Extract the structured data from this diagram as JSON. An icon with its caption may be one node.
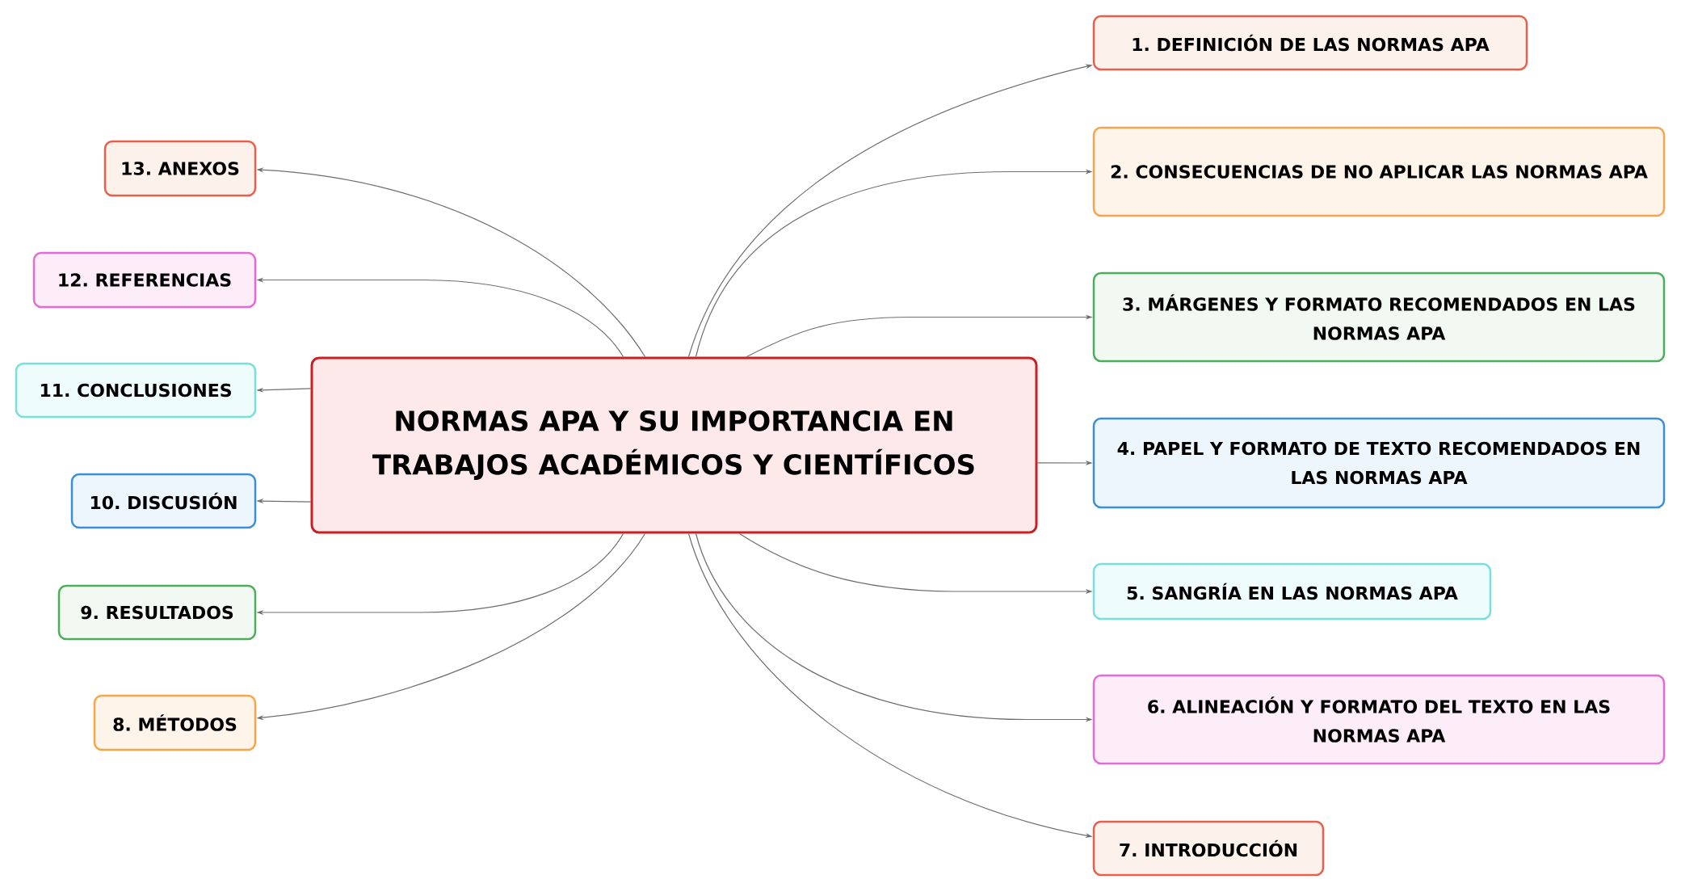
{
  "diagram": {
    "nodes": [
      {
        "text": [
          "NORMAS APA Y SU IMPORTANCIA EN TRABAJOS ACADÉMICOS Y CIENTÍFICOS"
        ]
      },
      {
        "text": [
          "1. DEFINICIÓN DE LAS NORMAS APA"
        ]
      },
      {
        "text": [
          "2. CONSECUENCIAS DE NO APLICAR LAS NORMAS APA"
        ]
      },
      {
        "text": [
          "3. MÁRGENES Y FORMATO RECOMENDADOS EN LAS NORMAS APA"
        ]
      },
      {
        "text": [
          "4. PAPEL Y FORMATO DE TEXTO RECOMENDADOS EN LAS NORMAS APA"
        ]
      },
      {
        "text": [
          "5. SANGRÍA EN LAS NORMAS APA"
        ]
      },
      {
        "text": [
          "6. ALINEACIÓN Y FORMATO DEL TEXTO EN LAS NORMAS APA"
        ]
      },
      {
        "text": [
          "7. INTRODUCCIÓN"
        ]
      },
      {
        "text": [
          "8. MÉTODOS"
        ]
      },
      {
        "text": [
          "9. RESULTADOS"
        ]
      },
      {
        "text": [
          "10. DISCUSIÓN"
        ]
      },
      {
        "text": [
          "11. CONCLUSIONES"
        ]
      },
      {
        "text": [
          "12. REFERENCIAS"
        ]
      },
      {
        "text": [
          "13. ANEXOS"
        ]
      }
    ],
    "edges": [
      {
        "from": 0,
        "to": 1,
        "arrow": "to"
      },
      {
        "from": 0,
        "to": 2,
        "arrow": "to"
      },
      {
        "from": 0,
        "to": 3,
        "arrow": "to"
      },
      {
        "from": 0,
        "to": 4,
        "arrow": "to"
      },
      {
        "from": 0,
        "to": 5,
        "arrow": "to"
      },
      {
        "from": 0,
        "to": 6,
        "arrow": "to"
      },
      {
        "from": 0,
        "to": 7,
        "arrow": "to"
      },
      {
        "from": 0,
        "to": 8,
        "arrow": "to"
      },
      {
        "from": 0,
        "to": 9,
        "arrow": "to"
      },
      {
        "from": 0,
        "to": 10,
        "arrow": "to"
      },
      {
        "from": 0,
        "to": 11,
        "arrow": "to"
      },
      {
        "from": 0,
        "to": 12,
        "arrow": "to"
      },
      {
        "from": 0,
        "to": 13,
        "arrow": "to"
      }
    ]
  }
}
